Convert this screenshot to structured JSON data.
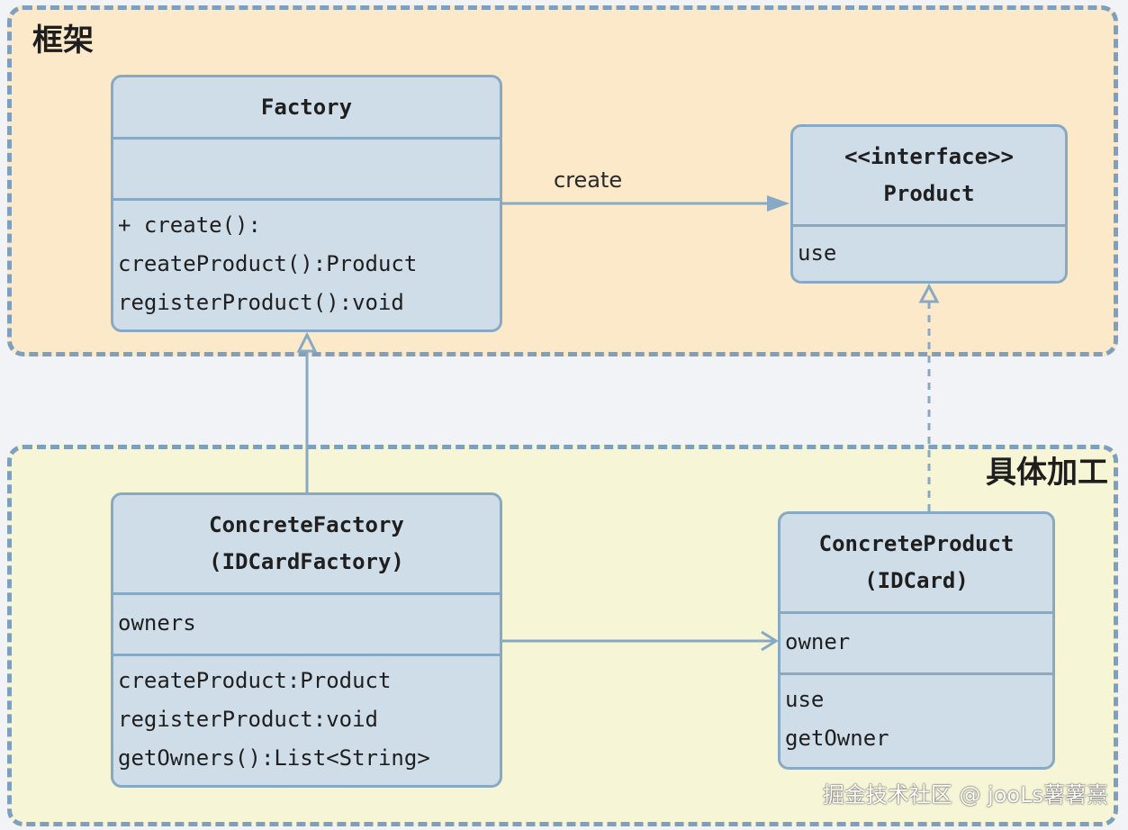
{
  "groups": {
    "framework": {
      "title": "框架"
    },
    "concrete": {
      "title": "具体加工"
    }
  },
  "classes": {
    "factory": {
      "name": "Factory",
      "attributes": [],
      "methods": [
        "+ create():",
        "createProduct():Product",
        "registerProduct():void"
      ]
    },
    "product": {
      "stereotype": "<<interface>>",
      "name": "Product",
      "methods": [
        "use"
      ]
    },
    "concrete_factory": {
      "name_line1": "ConcreteFactory",
      "name_line2": "(IDCardFactory)",
      "attributes": [
        "owners"
      ],
      "methods": [
        "createProduct:Product",
        "registerProduct:void",
        "getOwners():List<String>"
      ]
    },
    "concrete_product": {
      "name_line1": "ConcreteProduct",
      "name_line2": "(IDCard)",
      "attributes": [
        "owner"
      ],
      "methods": [
        "use",
        "getOwner"
      ]
    }
  },
  "relations": {
    "create_label": "create"
  },
  "watermark": "掘金技术社区 @ jooLs薯薯熹",
  "colors": {
    "line": "#88a9c4",
    "class_fill": "#cfdde8",
    "group_border": "#7f9fbf",
    "framework_fill": "#fbe9ca",
    "concrete_fill": "#f6f5d5"
  }
}
